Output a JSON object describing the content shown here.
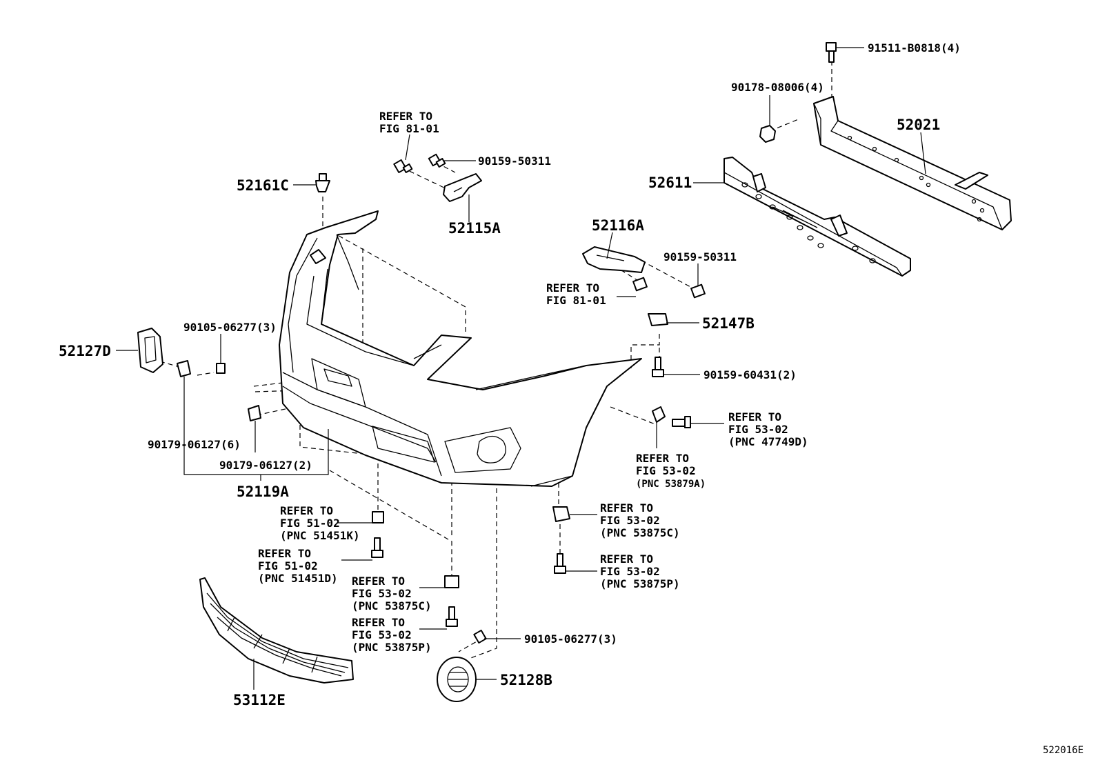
{
  "diagram_id": "522016E",
  "labels": {
    "p91511": "91511-B0818(4)",
    "p90178": "90178-08006(4)",
    "p52021": "52021",
    "p52611": "52611",
    "p52116A": "52116A",
    "p90159_50311_right": "90159-50311",
    "p90159_50311_top": "90159-50311",
    "p52161C": "52161C",
    "p52115A": "52115A",
    "p52147B": "52147B",
    "p90159_60431": "90159-60431(2)",
    "p52127D": "52127D",
    "p90105_left": "90105-06277(3)",
    "p90179_6": "90179-06127(6)",
    "p90179_2": "90179-06127(2)",
    "p52119A": "52119A",
    "p90105_bottom": "90105-06277(3)",
    "p52128B": "52128B",
    "p53112E": "53112E"
  },
  "refs": {
    "fig81_top": [
      "REFER TO",
      "FIG 81-01"
    ],
    "fig81_right": [
      "REFER TO",
      "FIG 81-01"
    ],
    "pnc47749D": [
      "REFER TO",
      "FIG 53-02",
      "(PNC 47749D)"
    ],
    "pnc53879A": [
      "REFER TO",
      "FIG 53-02",
      "(PNC 53879A)"
    ],
    "pnc51451K": [
      "REFER TO",
      "FIG 51-02",
      "(PNC 51451K)"
    ],
    "pnc51451D": [
      "REFER TO",
      "FIG 51-02",
      "(PNC 51451D)"
    ],
    "pnc53875C_mid": [
      "REFER TO",
      "FIG 53-02",
      "(PNC 53875C)"
    ],
    "pnc53875P_mid": [
      "REFER TO",
      "FIG 53-02",
      "(PNC 53875P)"
    ],
    "pnc53875C_right": [
      "REFER TO",
      "FIG 53-02",
      "(PNC 53875C)"
    ],
    "pnc53875P_right": [
      "REFER TO",
      "FIG 53-02",
      "(PNC 53875P)"
    ]
  }
}
